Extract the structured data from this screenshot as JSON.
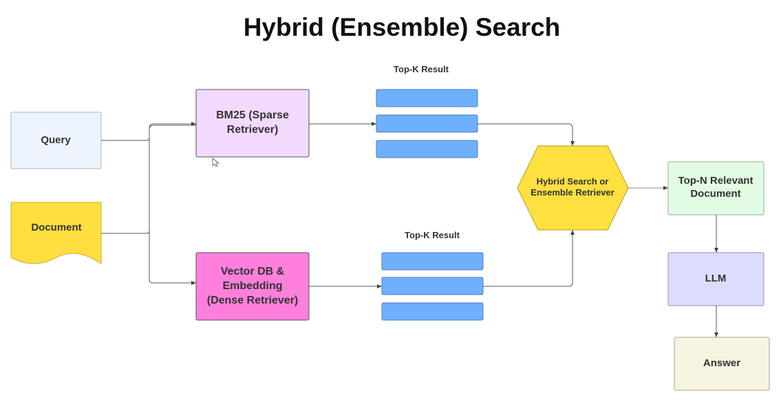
{
  "title": "Hybrid (Ensemble) Search",
  "nodes": {
    "query": "Query",
    "document": "Document",
    "bm25": [
      "BM25 (Sparse",
      "Retriever)"
    ],
    "vector": [
      "Vector DB  &",
      "Embedding",
      "(Dense Retriever)"
    ],
    "topk_top_label": "Top-K Result",
    "topk_bottom_label": "Top-K Result",
    "hybrid": [
      "Hybrid Search or",
      "Ensemble Retriever"
    ],
    "topn": [
      "Top-N Relevant",
      "Document"
    ],
    "llm": "LLM",
    "answer": "Answer"
  },
  "colors": {
    "query_fill": "#edf4fe",
    "document_fill": "#fedf3f",
    "bm25_fill": "#f3d9fd",
    "vector_fill": "#fe80dc",
    "result_bar_fill": "#6fb0fd",
    "hybrid_fill": "#fee041",
    "topn_fill": "#e2fbe3",
    "llm_fill": "#dcdcfd",
    "answer_fill": "#f6f3e0"
  }
}
